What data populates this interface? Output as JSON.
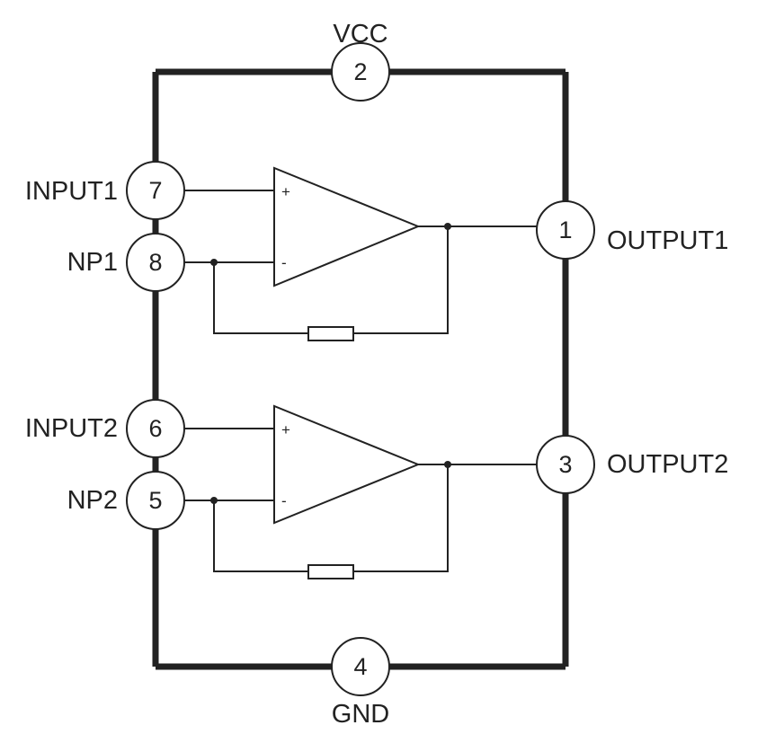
{
  "pins": {
    "vcc": {
      "name": "VCC",
      "number": "2"
    },
    "input1": {
      "name": "INPUT1",
      "number": "7"
    },
    "np1": {
      "name": "NP1",
      "number": "8"
    },
    "output1": {
      "name": "OUTPUT1",
      "number": "1"
    },
    "input2": {
      "name": "INPUT2",
      "number": "6"
    },
    "np2": {
      "name": "NP2",
      "number": "5"
    },
    "output2": {
      "name": "OUTPUT2",
      "number": "3"
    },
    "gnd": {
      "name": "GND",
      "number": "4"
    }
  },
  "opamp1": {
    "plus": "+",
    "minus": "-"
  },
  "opamp2": {
    "plus": "+",
    "minus": "-"
  },
  "colors": {
    "line": "#222222",
    "background": "#ffffff"
  }
}
